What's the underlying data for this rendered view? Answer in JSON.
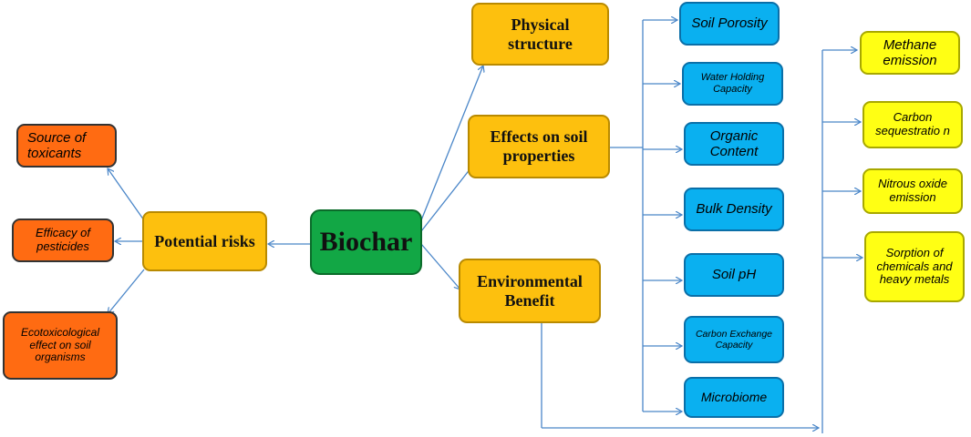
{
  "colors": {
    "line": "#4a86c8",
    "orange": "#fdc00e",
    "green": "#12a745",
    "red": "#ff6b12",
    "blue": "#0ab0f0",
    "yellow": "#ffff14"
  },
  "center": {
    "label": "Biochar"
  },
  "branches": {
    "physical_structure": "Physical structure",
    "effects_on_soil": "Effects on soil properties",
    "environmental_benefit": "Environmental Benefit",
    "potential_risks": "Potential risks"
  },
  "risks": {
    "toxicants": "Source of toxicants",
    "pesticides": "Efficacy of pesticides",
    "ecotox": "Ecotoxicological effect on soil organisms"
  },
  "soil_properties": {
    "porosity": "Soil Porosity",
    "water": "Water Holding Capacity",
    "organic": "Organic Content",
    "bulk": "Bulk Density",
    "ph": "Soil pH",
    "cec": "Carbon Exchange Capacity",
    "microbiome": "Microbiome"
  },
  "environmental": {
    "methane": "Methane emission",
    "carbon": "Carbon sequestratio n",
    "nitrous": "Nitrous oxide emission",
    "sorption": "Sorption of chemicals and heavy metals"
  }
}
